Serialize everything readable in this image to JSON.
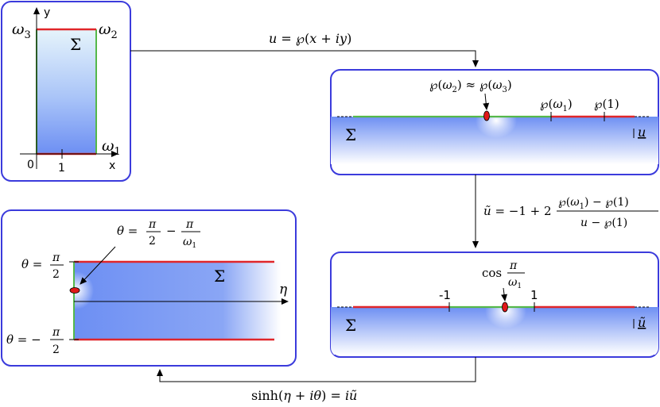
{
  "colors": {
    "frame": "#3b3bdc",
    "red": "#e0262a",
    "green": "#55b84a",
    "blue": "#6d8ff3",
    "marker": "#e01818"
  },
  "panel1": {
    "omega3": "ω3",
    "omega2": "ω2",
    "omega1": "ω1",
    "sigma": "Σ",
    "axis_y": "y",
    "axis_x": "x",
    "origin": "0",
    "tick_one": "1"
  },
  "arrows": {
    "map1": "u = ℘(x + iy)",
    "map3": "sinh(η + iθ) = iũ"
  },
  "panel2": {
    "point_label": "℘(ω2) ≈ ℘(ω3)",
    "tick_omega1": "℘(ω1)",
    "tick_one": "℘(1)",
    "sigma": "Σ",
    "var": "u"
  },
  "map2": {
    "lhs": "ũ = −1 + 2",
    "num": "℘(ω1) − ℘(1)",
    "den": "u − ℘(1)"
  },
  "panel3": {
    "cos_label": "cos",
    "frac_num": "π",
    "frac_den": "ω1",
    "tick_neg": "-1",
    "tick_pos": "1",
    "sigma": "Σ",
    "var": "ũ"
  },
  "panel4": {
    "theta_eq": "θ =",
    "frac_num": "π",
    "two": "2",
    "minus": "−",
    "frac_den": "ω1",
    "top_label_prefix": "θ =",
    "bottom_label_prefix": "θ = −",
    "sigma": "Σ",
    "eta": "η"
  }
}
